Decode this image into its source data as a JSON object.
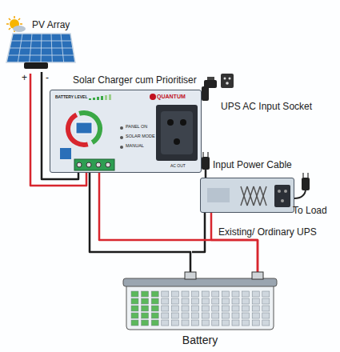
{
  "diagram": {
    "nodes": [
      {
        "text": [
          "PV Array"
        ]
      },
      {
        "text": [
          "Solar Charger cum Prioritiser",
          "BATTERY LEVEL",
          "QUANTUM",
          "PANEL ON",
          "SOLAR MODE",
          "MANUAL",
          "AC OUT"
        ]
      },
      {
        "text": [
          "Existing/ Ordinary UPS"
        ]
      },
      {
        "text": [
          "Battery"
        ]
      }
    ],
    "edges": [
      {
        "from": 0,
        "to": 1,
        "arrow": "none"
      },
      {
        "from": 1,
        "to": 3,
        "arrow": "none"
      },
      {
        "from": 2,
        "to": 3,
        "arrow": "none"
      }
    ],
    "labels": [
      "+",
      "-",
      "UPS AC Input Socket",
      "Input Power Cable",
      "To Load"
    ]
  }
}
